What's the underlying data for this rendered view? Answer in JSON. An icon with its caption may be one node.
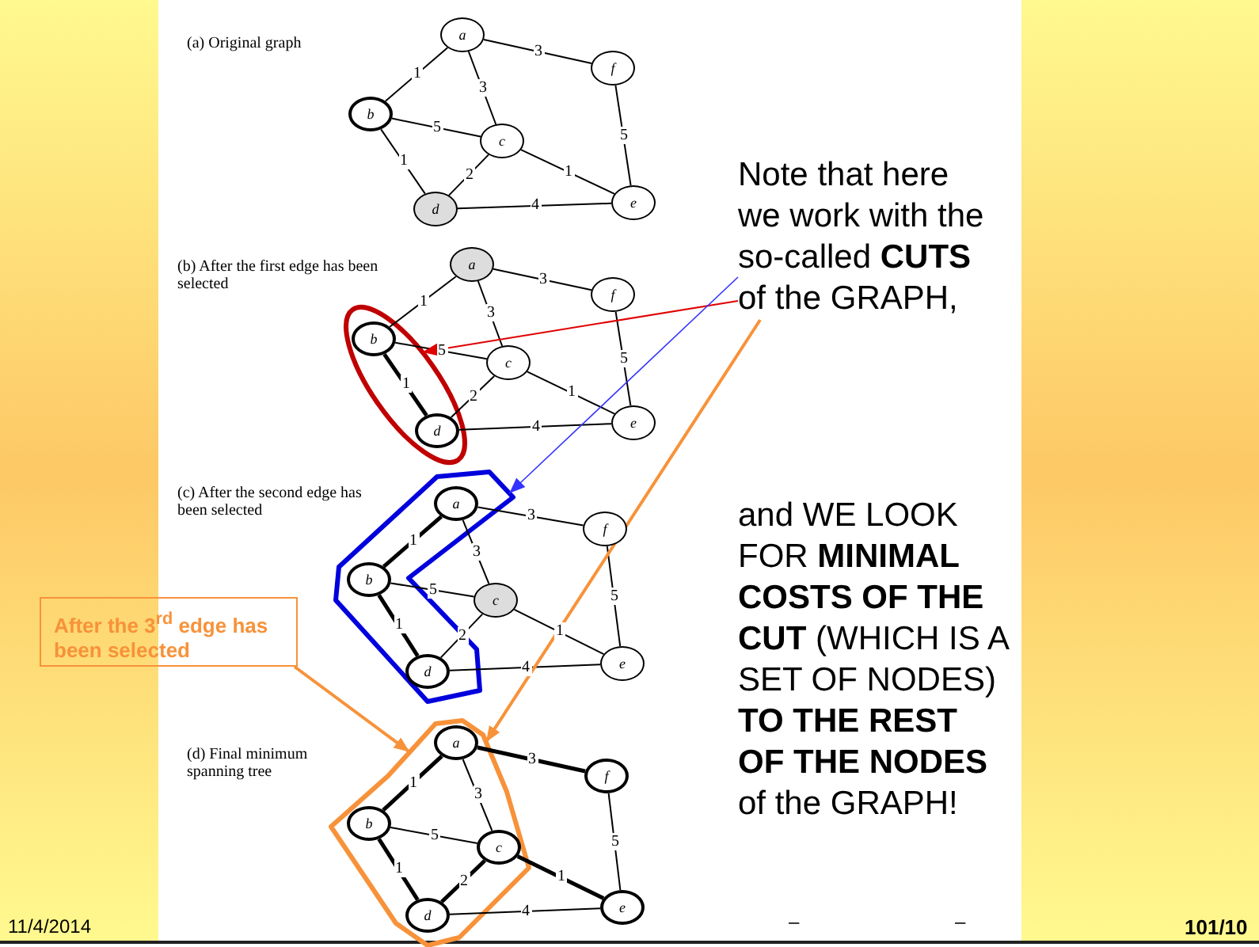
{
  "diagram": {
    "nodes": [
      {
        "text": [
          "a"
        ]
      },
      {
        "text": [
          "b"
        ]
      },
      {
        "text": [
          "c"
        ]
      },
      {
        "text": [
          "d"
        ]
      },
      {
        "text": [
          "e"
        ]
      },
      {
        "text": [
          "f"
        ]
      },
      {
        "text": [],
        "shape": "ellipse"
      },
      {
        "text": [
          "a"
        ]
      },
      {
        "text": [
          "b"
        ],
        "in": 6
      },
      {
        "text": [
          "c"
        ]
      },
      {
        "text": [
          "d"
        ],
        "in": 6
      },
      {
        "text": [
          "e"
        ]
      },
      {
        "text": [
          "f"
        ]
      },
      {
        "text": [],
        "shape": "polygon"
      },
      {
        "text": [
          "a"
        ],
        "in": 13
      },
      {
        "text": [
          "b"
        ],
        "in": 13
      },
      {
        "text": [
          "c"
        ]
      },
      {
        "text": [
          "d"
        ],
        "in": 13
      },
      {
        "text": [
          "e"
        ]
      },
      {
        "text": [
          "f"
        ]
      },
      {
        "text": [],
        "shape": "polygon"
      },
      {
        "text": [
          "a"
        ],
        "in": 20
      },
      {
        "text": [
          "b"
        ],
        "in": 20
      },
      {
        "text": [
          "c"
        ],
        "in": 20
      },
      {
        "text": [
          "d"
        ],
        "in": 20
      },
      {
        "text": [
          "e"
        ]
      },
      {
        "text": [
          "f"
        ]
      },
      {
        "text": [
          "After the 3$^{rd}$ edge has been selected"
        ]
      },
      {
        "text": [
          "Note that here we work with the so-called **CUTS** of the GRAPH,"
        ]
      }
    ],
    "edges": [
      {
        "from": 0,
        "to": 1,
        "arrow": "none",
        "label": "1"
      },
      {
        "from": 0,
        "to": 5,
        "arrow": "none",
        "label": "3"
      },
      {
        "from": 0,
        "to": 2,
        "arrow": "none",
        "label": "3"
      },
      {
        "from": 1,
        "to": 2,
        "arrow": "none",
        "label": "5"
      },
      {
        "from": 1,
        "to": 3,
        "arrow": "none",
        "label": "1"
      },
      {
        "from": 2,
        "to": 3,
        "arrow": "none",
        "label": "2"
      },
      {
        "from": 2,
        "to": 4,
        "arrow": "none",
        "label": "1"
      },
      {
        "from": 5,
        "to": 4,
        "arrow": "none",
        "label": "5"
      },
      {
        "from": 3,
        "to": 4,
        "arrow": "none",
        "label": "4"
      },
      {
        "from": 7,
        "to": 8,
        "arrow": "none",
        "label": "1"
      },
      {
        "from": 7,
        "to": 12,
        "arrow": "none",
        "label": "3"
      },
      {
        "from": 7,
        "to": 9,
        "arrow": "none",
        "label": "3"
      },
      {
        "from": 8,
        "to": 9,
        "arrow": "none",
        "label": "5"
      },
      {
        "from": 8,
        "to": 10,
        "arrow": "none",
        "label": "1",
        "style": "thick"
      },
      {
        "from": 9,
        "to": 10,
        "arrow": "none",
        "label": "2"
      },
      {
        "from": 9,
        "to": 11,
        "arrow": "none",
        "label": "1"
      },
      {
        "from": 12,
        "to": 11,
        "arrow": "none",
        "label": "5"
      },
      {
        "from": 10,
        "to": 11,
        "arrow": "none",
        "label": "4"
      },
      {
        "from": 14,
        "to": 15,
        "arrow": "none",
        "label": "1",
        "style": "thick"
      },
      {
        "from": 14,
        "to": 19,
        "arrow": "none",
        "label": "3"
      },
      {
        "from": 14,
        "to": 16,
        "arrow": "none",
        "label": "3"
      },
      {
        "from": 15,
        "to": 16,
        "arrow": "none",
        "label": "5"
      },
      {
        "from": 15,
        "to": 17,
        "arrow": "none",
        "label": "1",
        "style": "thick"
      },
      {
        "from": 16,
        "to": 17,
        "arrow": "none",
        "label": "2"
      },
      {
        "from": 16,
        "to": 18,
        "arrow": "none",
        "label": "1"
      },
      {
        "from": 19,
        "to": 18,
        "arrow": "none",
        "label": "5"
      },
      {
        "from": 17,
        "to": 18,
        "arrow": "none",
        "label": "4"
      },
      {
        "from": 21,
        "to": 22,
        "arrow": "none",
        "label": "1",
        "style": "thick"
      },
      {
        "from": 21,
        "to": 26,
        "arrow": "none",
        "label": "3",
        "style": "thick"
      },
      {
        "from": 21,
        "to": 23,
        "arrow": "none",
        "label": "3"
      },
      {
        "from": 22,
        "to": 23,
        "arrow": "none",
        "label": "5"
      },
      {
        "from": 22,
        "to": 24,
        "arrow": "none",
        "label": "1",
        "style": "thick"
      },
      {
        "from": 23,
        "to": 24,
        "arrow": "none",
        "label": "2",
        "style": "thick"
      },
      {
        "from": 23,
        "to": 25,
        "arrow": "none",
        "label": "1",
        "style": "thick"
      },
      {
        "from": 26,
        "to": 25,
        "arrow": "none",
        "label": "5"
      },
      {
        "from": 24,
        "to": 25,
        "arrow": "none",
        "label": "4"
      },
      {
        "from": 28,
        "to": 6,
        "arrow": "to",
        "color": "#e00000"
      },
      {
        "from": 28,
        "to": 13,
        "arrow": "to",
        "color": "#3333ff"
      },
      {
        "from": 28,
        "to": 20,
        "arrow": "to",
        "color": "#f7923a"
      },
      {
        "from": 27,
        "to": 20,
        "arrow": "to",
        "color": "#f7923a"
      }
    ],
    "labels": [
      "(a) Original graph",
      "(b) After the first edge has been selected",
      "(c) After the second edge has been selected",
      "and WE LOOK FOR **MINIMAL COSTS OF THE CUT** (WHICH IS A SET OF NODES) **TO THE REST OF THE NODES** of the GRAPH!",
      "(d) Final minimum spanning tree",
      "11/4/2014",
      "–",
      "–",
      "101/10"
    ]
  }
}
